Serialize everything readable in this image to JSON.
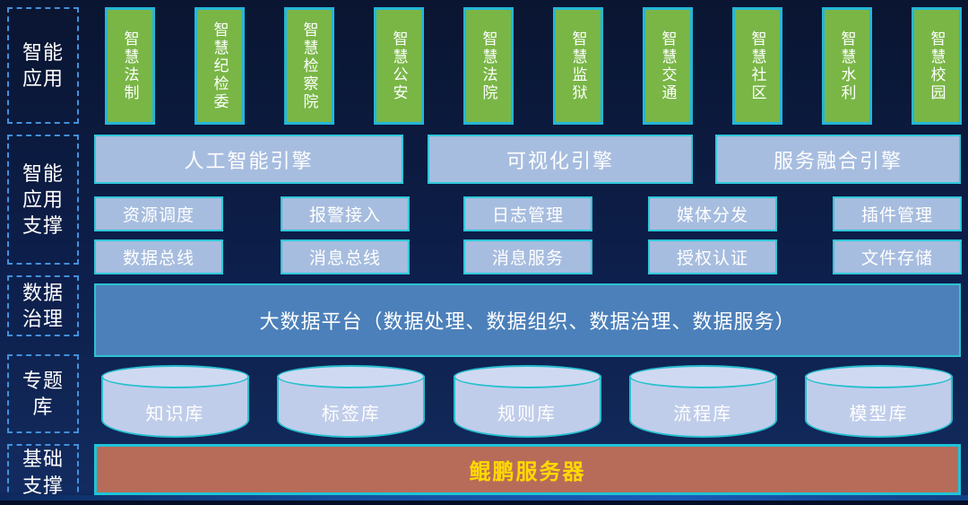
{
  "left_labels": [
    "智能应用",
    "智能应用支撑",
    "数据治理",
    "专题库",
    "基础支撑"
  ],
  "apps": [
    "智慧法制",
    "智慧纪检委",
    "智慧检察院",
    "智慧公安",
    "智慧法院",
    "智慧监狱",
    "智慧交通",
    "智慧社区",
    "智慧水利",
    "智慧校园"
  ],
  "engines": [
    "人工智能引擎",
    "可视化引擎",
    "服务融合引擎"
  ],
  "support_row1": [
    "资源调度",
    "报警接入",
    "日志管理",
    "媒体分发",
    "插件管理"
  ],
  "support_row2": [
    "数据总线",
    "消息总线",
    "消息服务",
    "授权认证",
    "文件存储"
  ],
  "platform_label": "大数据平台（数据处理、数据组织、数据治理、数据服务）",
  "databases": [
    "知识库",
    "标签库",
    "规则库",
    "流程库",
    "模型库"
  ],
  "server_label": "鲲鹏服务器",
  "colors": {
    "background": "#0c1d47",
    "app_box_green": "#79b646",
    "light_box_blue": "#a7bddf",
    "platform_blue": "#4c80ba",
    "cylinder_fill": "#c0cdea",
    "server_red": "#b76c59",
    "server_text_yellow": "#ffd900",
    "accent_border_cyan": "#2fc8da",
    "dashed_border_blue": "#4291dd"
  }
}
